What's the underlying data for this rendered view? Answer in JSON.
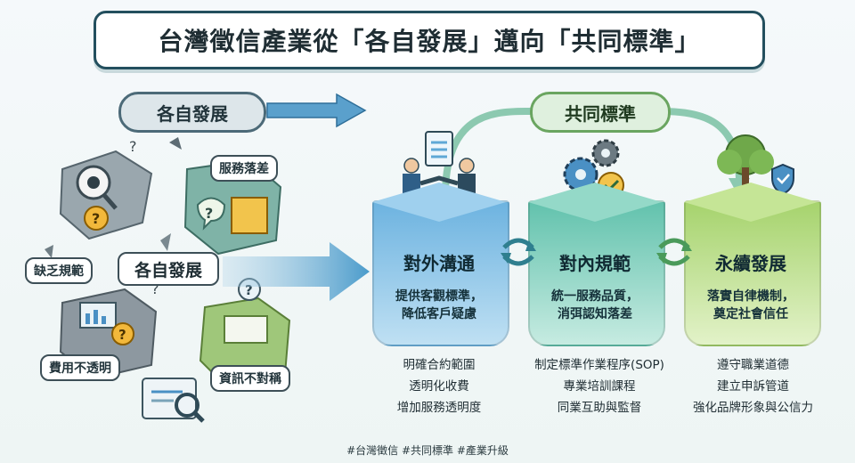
{
  "title": "台灣徵信產業從「各自發展」邁向「共同標準」",
  "left": {
    "heading": "各自發展",
    "center_label": "各自發展",
    "issues": [
      "服務落差",
      "缺乏規範",
      "費用不透明",
      "資訊不對稱"
    ]
  },
  "right": {
    "heading": "共同標準",
    "columns": [
      {
        "name": "對外溝通",
        "desc": [
          "提供客觀標準，",
          "降低客戶疑慮"
        ],
        "items": [
          "明確合約範圍",
          "透明化收費",
          "增加服務透明度"
        ],
        "color": "#5fa8d6"
      },
      {
        "name": "對內規範",
        "desc": [
          "統一服務品質，",
          "消弭認知落差"
        ],
        "items": [
          "制定標準作業程序(SOP)",
          "專業培訓課程",
          "同業互助與監督"
        ],
        "color": "#62c2ad"
      },
      {
        "name": "永續發展",
        "desc": [
          "落實自律機制，",
          "奠定社會信任"
        ],
        "items": [
          "遵守職業道德",
          "建立申訴管道",
          "強化品牌形象與公信力"
        ],
        "color": "#9fcf6a"
      }
    ]
  },
  "footer": "#台灣徵信 #共同標準 #產業升級"
}
